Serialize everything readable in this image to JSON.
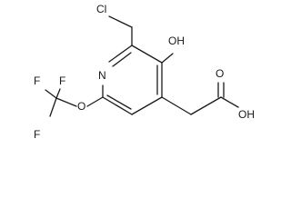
{
  "molecule": {
    "atoms": {
      "cl": "Cl",
      "oh": "OH",
      "n": "N",
      "f_top_left": "F",
      "f_top_right": "F",
      "f_bottom": "F",
      "o_ether": "O",
      "o_carbonyl": "O",
      "oh_acid": "OH"
    }
  }
}
